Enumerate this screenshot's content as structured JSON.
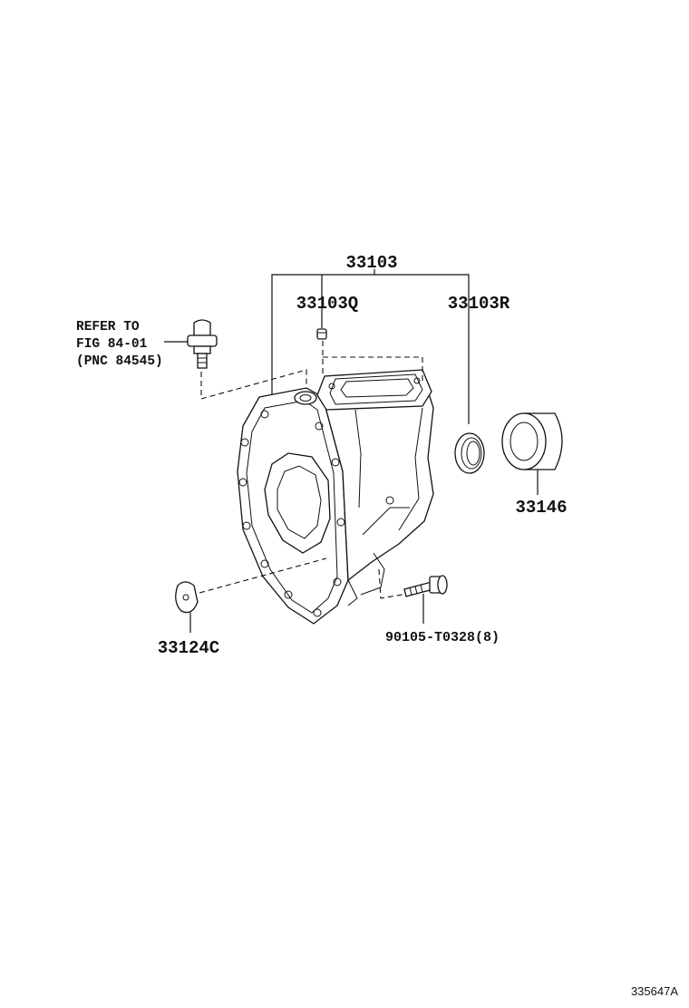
{
  "labels": {
    "assembly": "33103",
    "plug": "33103Q",
    "seal": "33103R",
    "cover": "33146",
    "plate": "33124C",
    "bolt": "90105-T0328(8)",
    "refer_line1": "REFER TO",
    "refer_line2": "FIG 84-01",
    "refer_line3": "(PNC 84545)"
  },
  "diagram_id": "335647A"
}
